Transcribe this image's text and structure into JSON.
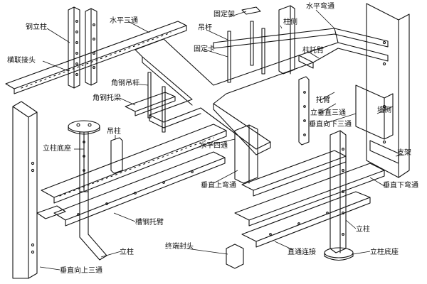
{
  "labels": {
    "steel_column": "钢立柱",
    "horizontal_tee": "水平三通",
    "hanger_rod_a": "吊杆",
    "fixed_frame": "固定架",
    "column": "柱侧",
    "horizontal_elbow": "水平弯通",
    "cross_arm_joint": "横联接头",
    "fixed_clamp": "固定卡",
    "column_bracket": "柱托臂",
    "angle_hanger": "角钢吊杆",
    "angle_bracket": "角钢托梁",
    "bracket_arm": "托臂",
    "down_tee": "立垂直三通",
    "vertical_down_elbow": "垂直向下三通",
    "frame": "墙侧",
    "column_base": "立柱底座",
    "hanger_post": "吊柱",
    "horizontal_cross": "水平四通",
    "vertical_up_elbow": "垂直上弯通",
    "support": "支架",
    "vertical_down_bend": "垂直下弯通",
    "channel_bracket": "槽钢托臂",
    "column_b": "立柱",
    "end_cap": "终端封头",
    "straight_connector": "直通连接",
    "upright_b": "立柱",
    "upright_base": "立柱底座",
    "vertical_up_tee": "垂直向上三通"
  }
}
